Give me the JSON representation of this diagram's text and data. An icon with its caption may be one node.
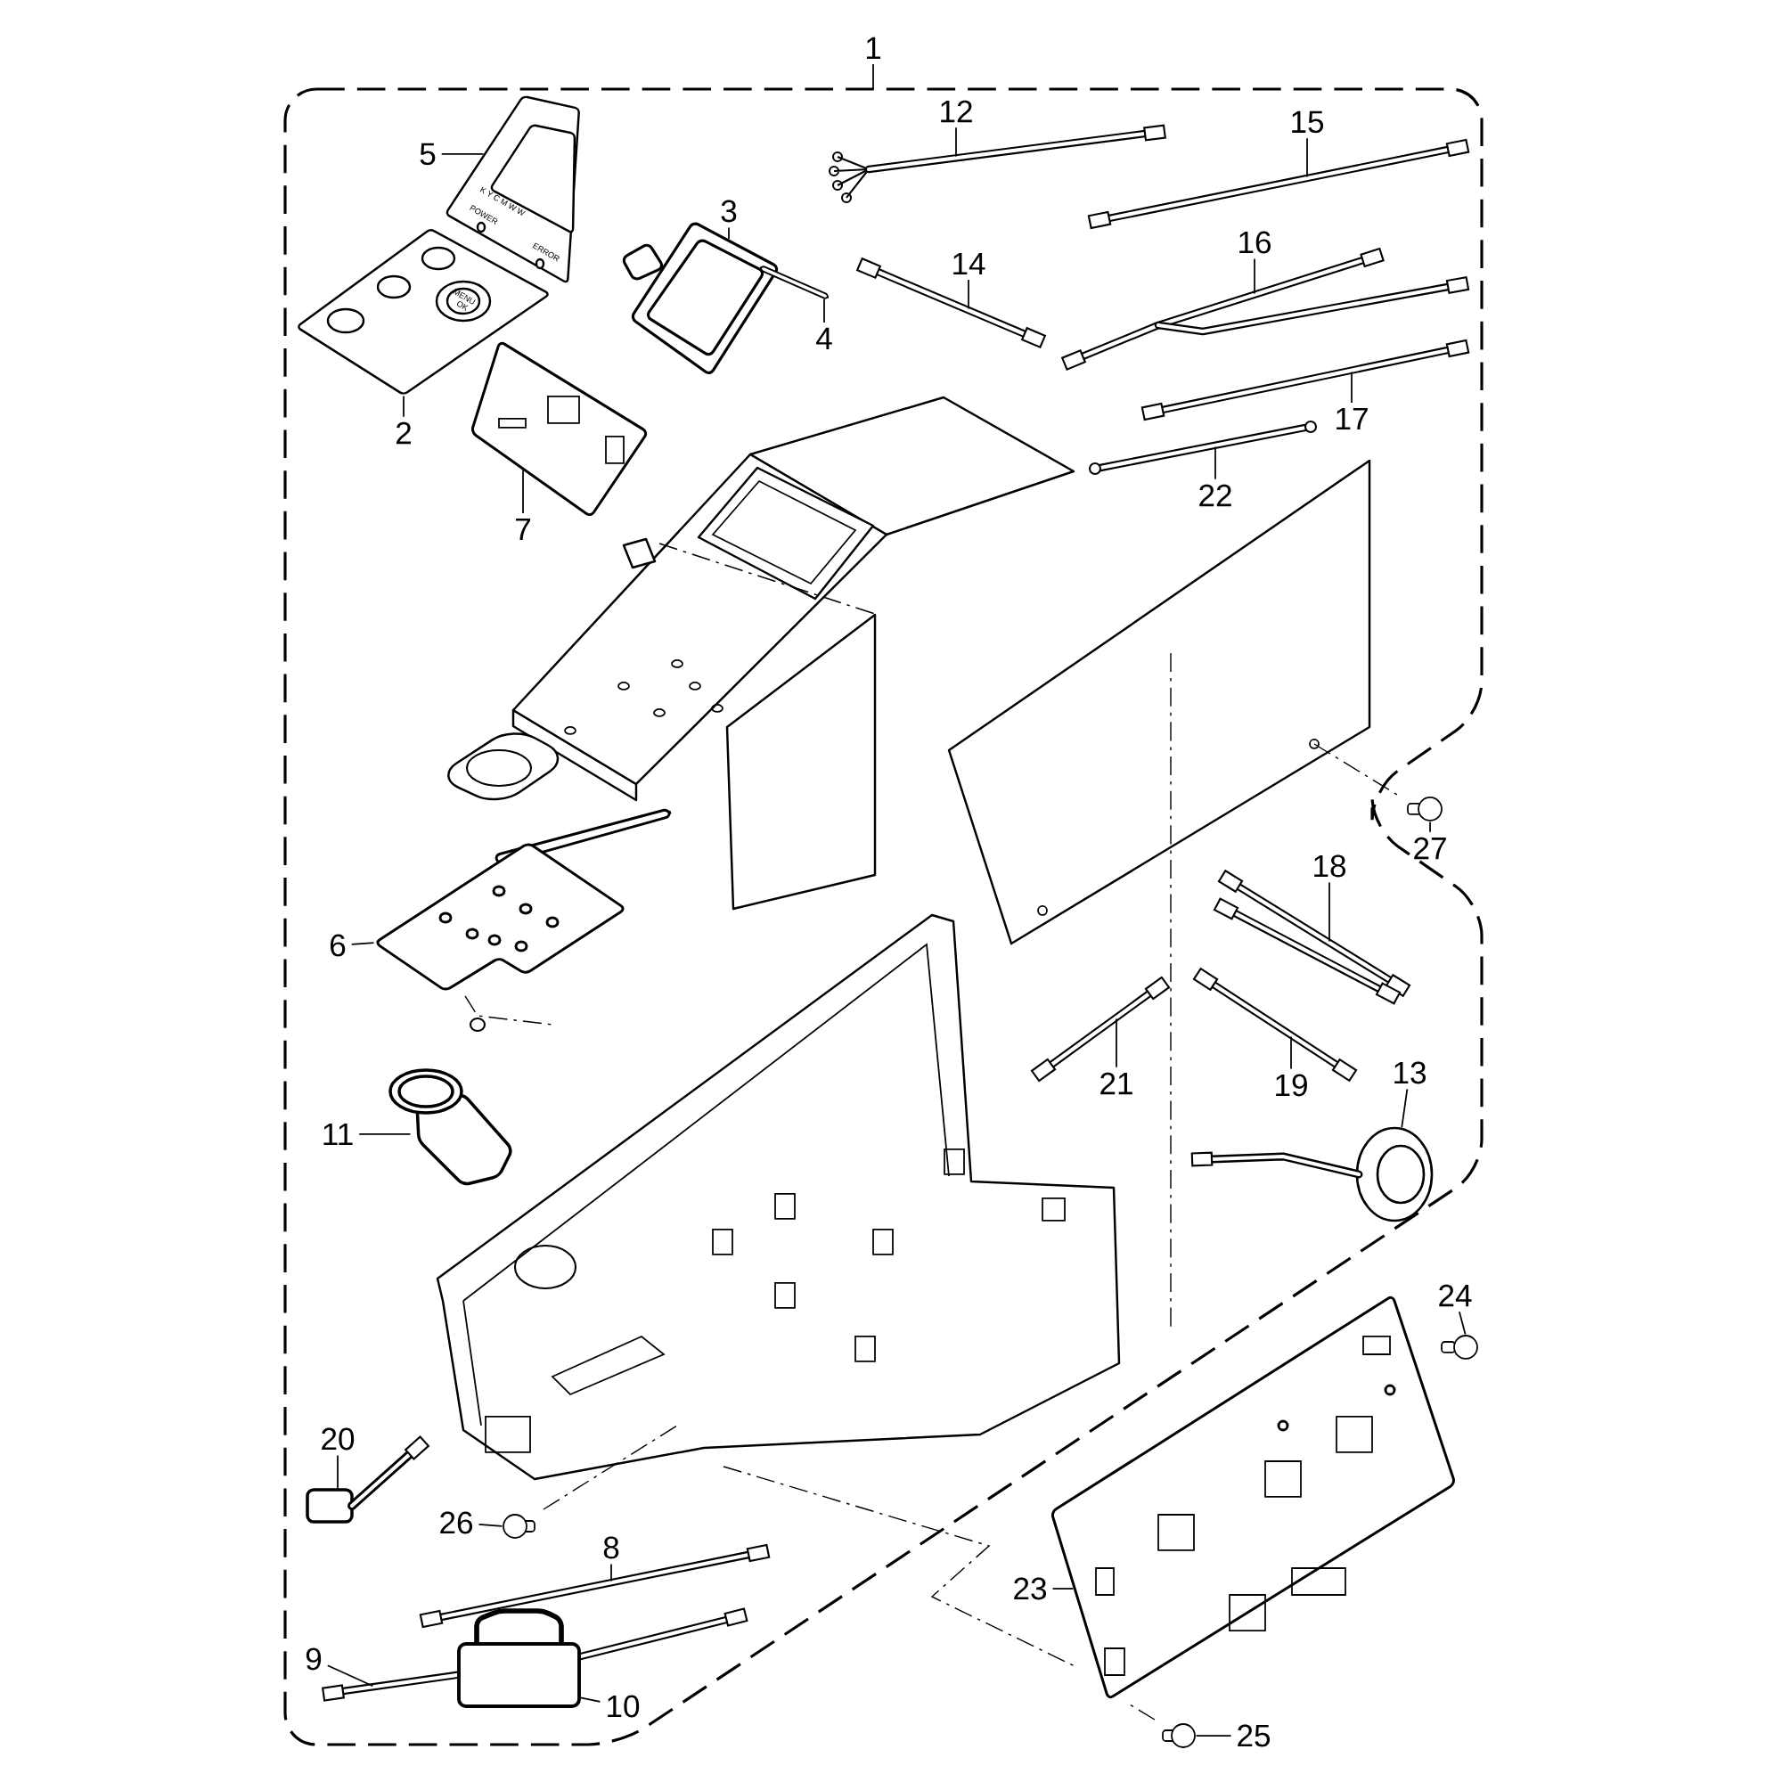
{
  "diagram": {
    "nodes": [
      {
        "text": [
          "1"
        ]
      },
      {
        "text": [
          "2"
        ]
      },
      {
        "text": [
          "3"
        ]
      },
      {
        "text": [
          "4"
        ]
      },
      {
        "text": [
          "5"
        ]
      },
      {
        "text": [
          "6"
        ]
      },
      {
        "text": [
          "7"
        ]
      },
      {
        "text": [
          "8"
        ]
      },
      {
        "text": [
          "9"
        ]
      },
      {
        "text": [
          "10"
        ]
      },
      {
        "text": [
          "11"
        ]
      },
      {
        "text": [
          "12"
        ]
      },
      {
        "text": [
          "13"
        ]
      },
      {
        "text": [
          "14"
        ]
      },
      {
        "text": [
          "15"
        ]
      },
      {
        "text": [
          "16"
        ]
      },
      {
        "text": [
          "17"
        ]
      },
      {
        "text": [
          "18"
        ]
      },
      {
        "text": [
          "19"
        ]
      },
      {
        "text": [
          "20"
        ]
      },
      {
        "text": [
          "21"
        ]
      },
      {
        "text": [
          "22"
        ]
      },
      {
        "text": [
          "23"
        ]
      },
      {
        "text": [
          "24"
        ]
      },
      {
        "text": [
          "25"
        ]
      },
      {
        "text": [
          "26"
        ]
      },
      {
        "text": [
          "27"
        ]
      },
      {
        "text": [],
        "shape": "panel"
      },
      {
        "text": [],
        "shape": "screen"
      },
      {
        "text": [],
        "shape": "strip"
      },
      {
        "text": [],
        "shape": "panel"
      },
      {
        "text": [],
        "shape": "board"
      },
      {
        "text": [],
        "shape": "board"
      },
      {
        "text": [],
        "shape": "cable"
      },
      {
        "text": [],
        "shape": "cable"
      },
      {
        "text": [],
        "shape": "core"
      },
      {
        "text": [],
        "shape": "switch"
      },
      {
        "text": [],
        "shape": "cable"
      },
      {
        "text": [],
        "shape": "speaker"
      },
      {
        "text": [],
        "shape": "cable"
      },
      {
        "text": [],
        "shape": "cable"
      },
      {
        "text": [],
        "shape": "cable"
      },
      {
        "text": [],
        "shape": "cable"
      },
      {
        "text": [],
        "shape": "cable"
      },
      {
        "text": [],
        "shape": "cable"
      },
      {
        "text": [],
        "shape": "switch"
      },
      {
        "text": [],
        "shape": "cable"
      },
      {
        "text": [],
        "shape": "cable"
      },
      {
        "text": [],
        "shape": "board"
      },
      {
        "text": [],
        "shape": "screw"
      },
      {
        "text": [],
        "shape": "screw"
      },
      {
        "text": [],
        "shape": "screw"
      },
      {
        "text": [],
        "shape": "screw"
      }
    ],
    "edges": [
      {
        "from": 0,
        "to": null,
        "arrow": "none"
      },
      {
        "from": 1,
        "to": 27,
        "arrow": "none"
      },
      {
        "from": 2,
        "to": 28,
        "arrow": "none"
      },
      {
        "from": 3,
        "to": 29,
        "arrow": "none"
      },
      {
        "from": 4,
        "to": 30,
        "arrow": "none"
      },
      {
        "from": 5,
        "to": 31,
        "arrow": "none"
      },
      {
        "from": 6,
        "to": 32,
        "arrow": "none"
      },
      {
        "from": 7,
        "to": 33,
        "arrow": "none"
      },
      {
        "from": 8,
        "to": 34,
        "arrow": "none"
      },
      {
        "from": 9,
        "to": 35,
        "arrow": "none"
      },
      {
        "from": 10,
        "to": 36,
        "arrow": "none"
      },
      {
        "from": 11,
        "to": 37,
        "arrow": "none"
      },
      {
        "from": 12,
        "to": 38,
        "arrow": "none"
      },
      {
        "from": 13,
        "to": 39,
        "arrow": "none"
      },
      {
        "from": 14,
        "to": 40,
        "arrow": "none"
      },
      {
        "from": 15,
        "to": 41,
        "arrow": "none"
      },
      {
        "from": 16,
        "to": 42,
        "arrow": "none"
      },
      {
        "from": 17,
        "to": 43,
        "arrow": "none"
      },
      {
        "from": 18,
        "to": 44,
        "arrow": "none"
      },
      {
        "from": 19,
        "to": 45,
        "arrow": "none"
      },
      {
        "from": 20,
        "to": 46,
        "arrow": "none"
      },
      {
        "from": 21,
        "to": 47,
        "arrow": "none"
      },
      {
        "from": 22,
        "to": 48,
        "arrow": "none"
      },
      {
        "from": 23,
        "to": 49,
        "arrow": "none"
      },
      {
        "from": 24,
        "to": 50,
        "arrow": "none"
      },
      {
        "from": 25,
        "to": 51,
        "arrow": "none"
      },
      {
        "from": 26,
        "to": 52,
        "arrow": "none"
      }
    ],
    "labels": [
      "K Y C M W W",
      "POWER",
      "ERROR",
      "MENU",
      "OK"
    ]
  }
}
